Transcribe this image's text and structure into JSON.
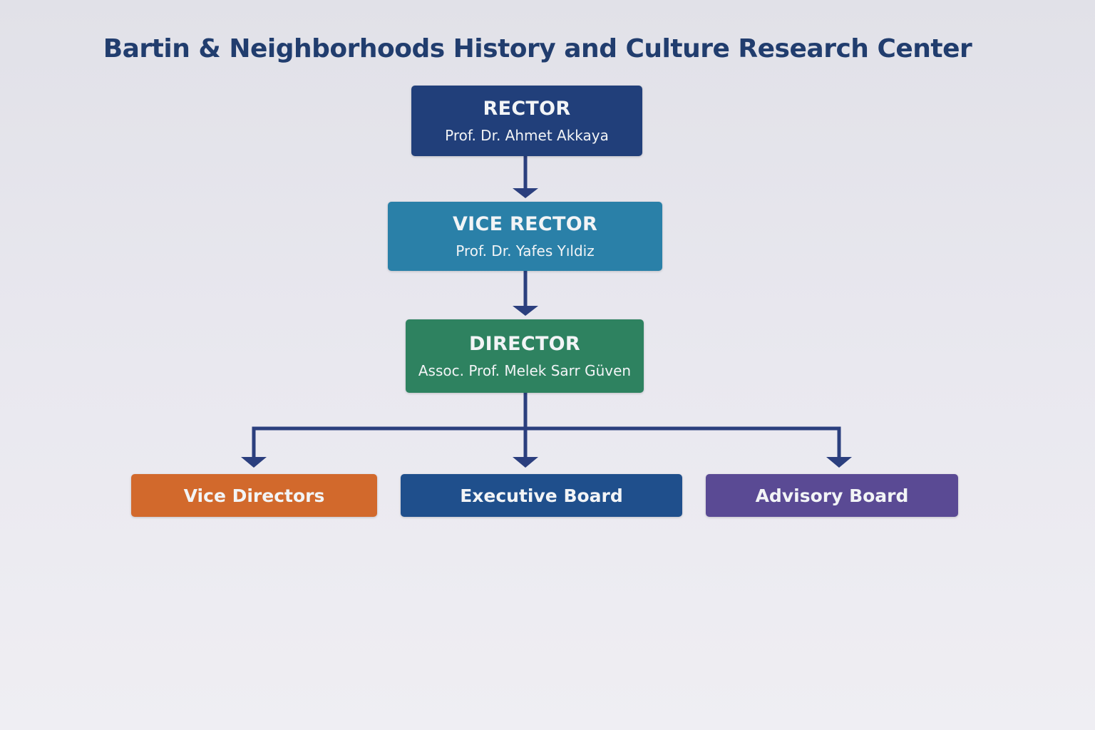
{
  "title": "Bartin & Neighborhoods History and Culture Research Center",
  "colors": {
    "rector": "#213f7a",
    "vice_rector": "#2a80a8",
    "director": "#2e8260",
    "vice_directors": "#d2692c",
    "executive_board": "#1f4f8c",
    "advisory_board": "#5a4a94",
    "connector": "#2b3f7e"
  },
  "nodes": {
    "rector": {
      "role": "RECTOR",
      "name": "Prof. Dr. Ahmet Akkaya"
    },
    "vice_rector": {
      "role": "VICE RECTOR",
      "name": "Prof. Dr. Yafes Yıldiz"
    },
    "director": {
      "role": "DIRECTOR",
      "name": "Assoc. Prof. Melek Sarr Güven"
    },
    "vice_directors": {
      "label": "Vice Directors"
    },
    "executive_board": {
      "label": "Executive Board"
    },
    "advisory_board": {
      "label": "Advisory Board"
    }
  },
  "edges": [
    [
      "rector",
      "vice_rector"
    ],
    [
      "vice_rector",
      "director"
    ],
    [
      "director",
      "vice_directors"
    ],
    [
      "director",
      "executive_board"
    ],
    [
      "director",
      "advisory_board"
    ]
  ]
}
